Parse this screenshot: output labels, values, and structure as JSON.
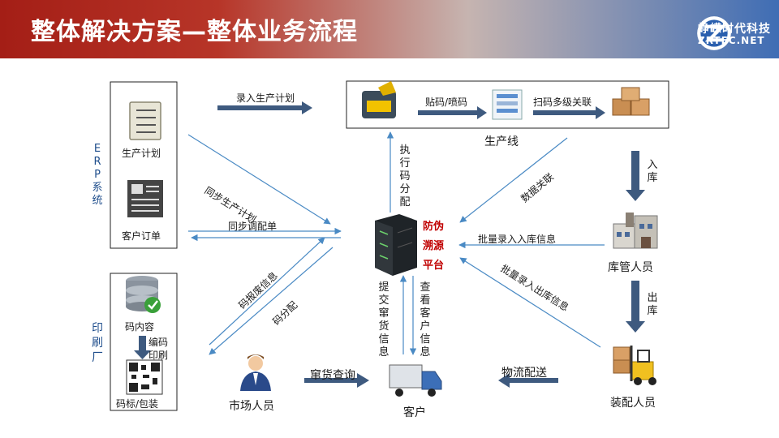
{
  "header": {
    "title": "整体解决方案—整体业务流程",
    "logo_cn": "峥嵘时代科技",
    "logo_en": "ZRTEC.NET"
  },
  "groups": {
    "erp": "ERP系统",
    "printing": "印刷厂"
  },
  "nodes": {
    "production_plan": "生产计划",
    "customer_order": "客户订单",
    "code_content": "码内容",
    "code_label": "码标/包装",
    "production_line": "生产线",
    "platform_line1": "防伪",
    "platform_line2": "溯源",
    "platform_line3": "平台",
    "warehouse": "库管人员",
    "assembly": "装配人员",
    "market": "市场人员",
    "customer": "客户"
  },
  "edges": {
    "enter_plan": "录入生产计划",
    "label_print": "贴码/喷码",
    "scan_link": "扫码多级关联",
    "sync_plan": "同步生产计划",
    "sync_allocation": "同步调配单",
    "code_scrap": "码报废信息",
    "code_assign": "码分配",
    "exec_code": "执行码分配",
    "data_link": "数据关联",
    "in_stock": "入库",
    "batch_in": "批量录入入库信息",
    "out_stock": "出库",
    "batch_out": "批量录入出库信息",
    "encode_print_1": "编码",
    "encode_print_2": "印刷",
    "submit_dump": "提交窜货信息",
    "view_customer": "查看客户信息",
    "dump_query": "窜货查询",
    "logistics": "物流配送"
  },
  "colors": {
    "arrow_dark": "#3e5a7f",
    "line_blue": "#4a8ac4",
    "platform_red": "#c00000"
  }
}
